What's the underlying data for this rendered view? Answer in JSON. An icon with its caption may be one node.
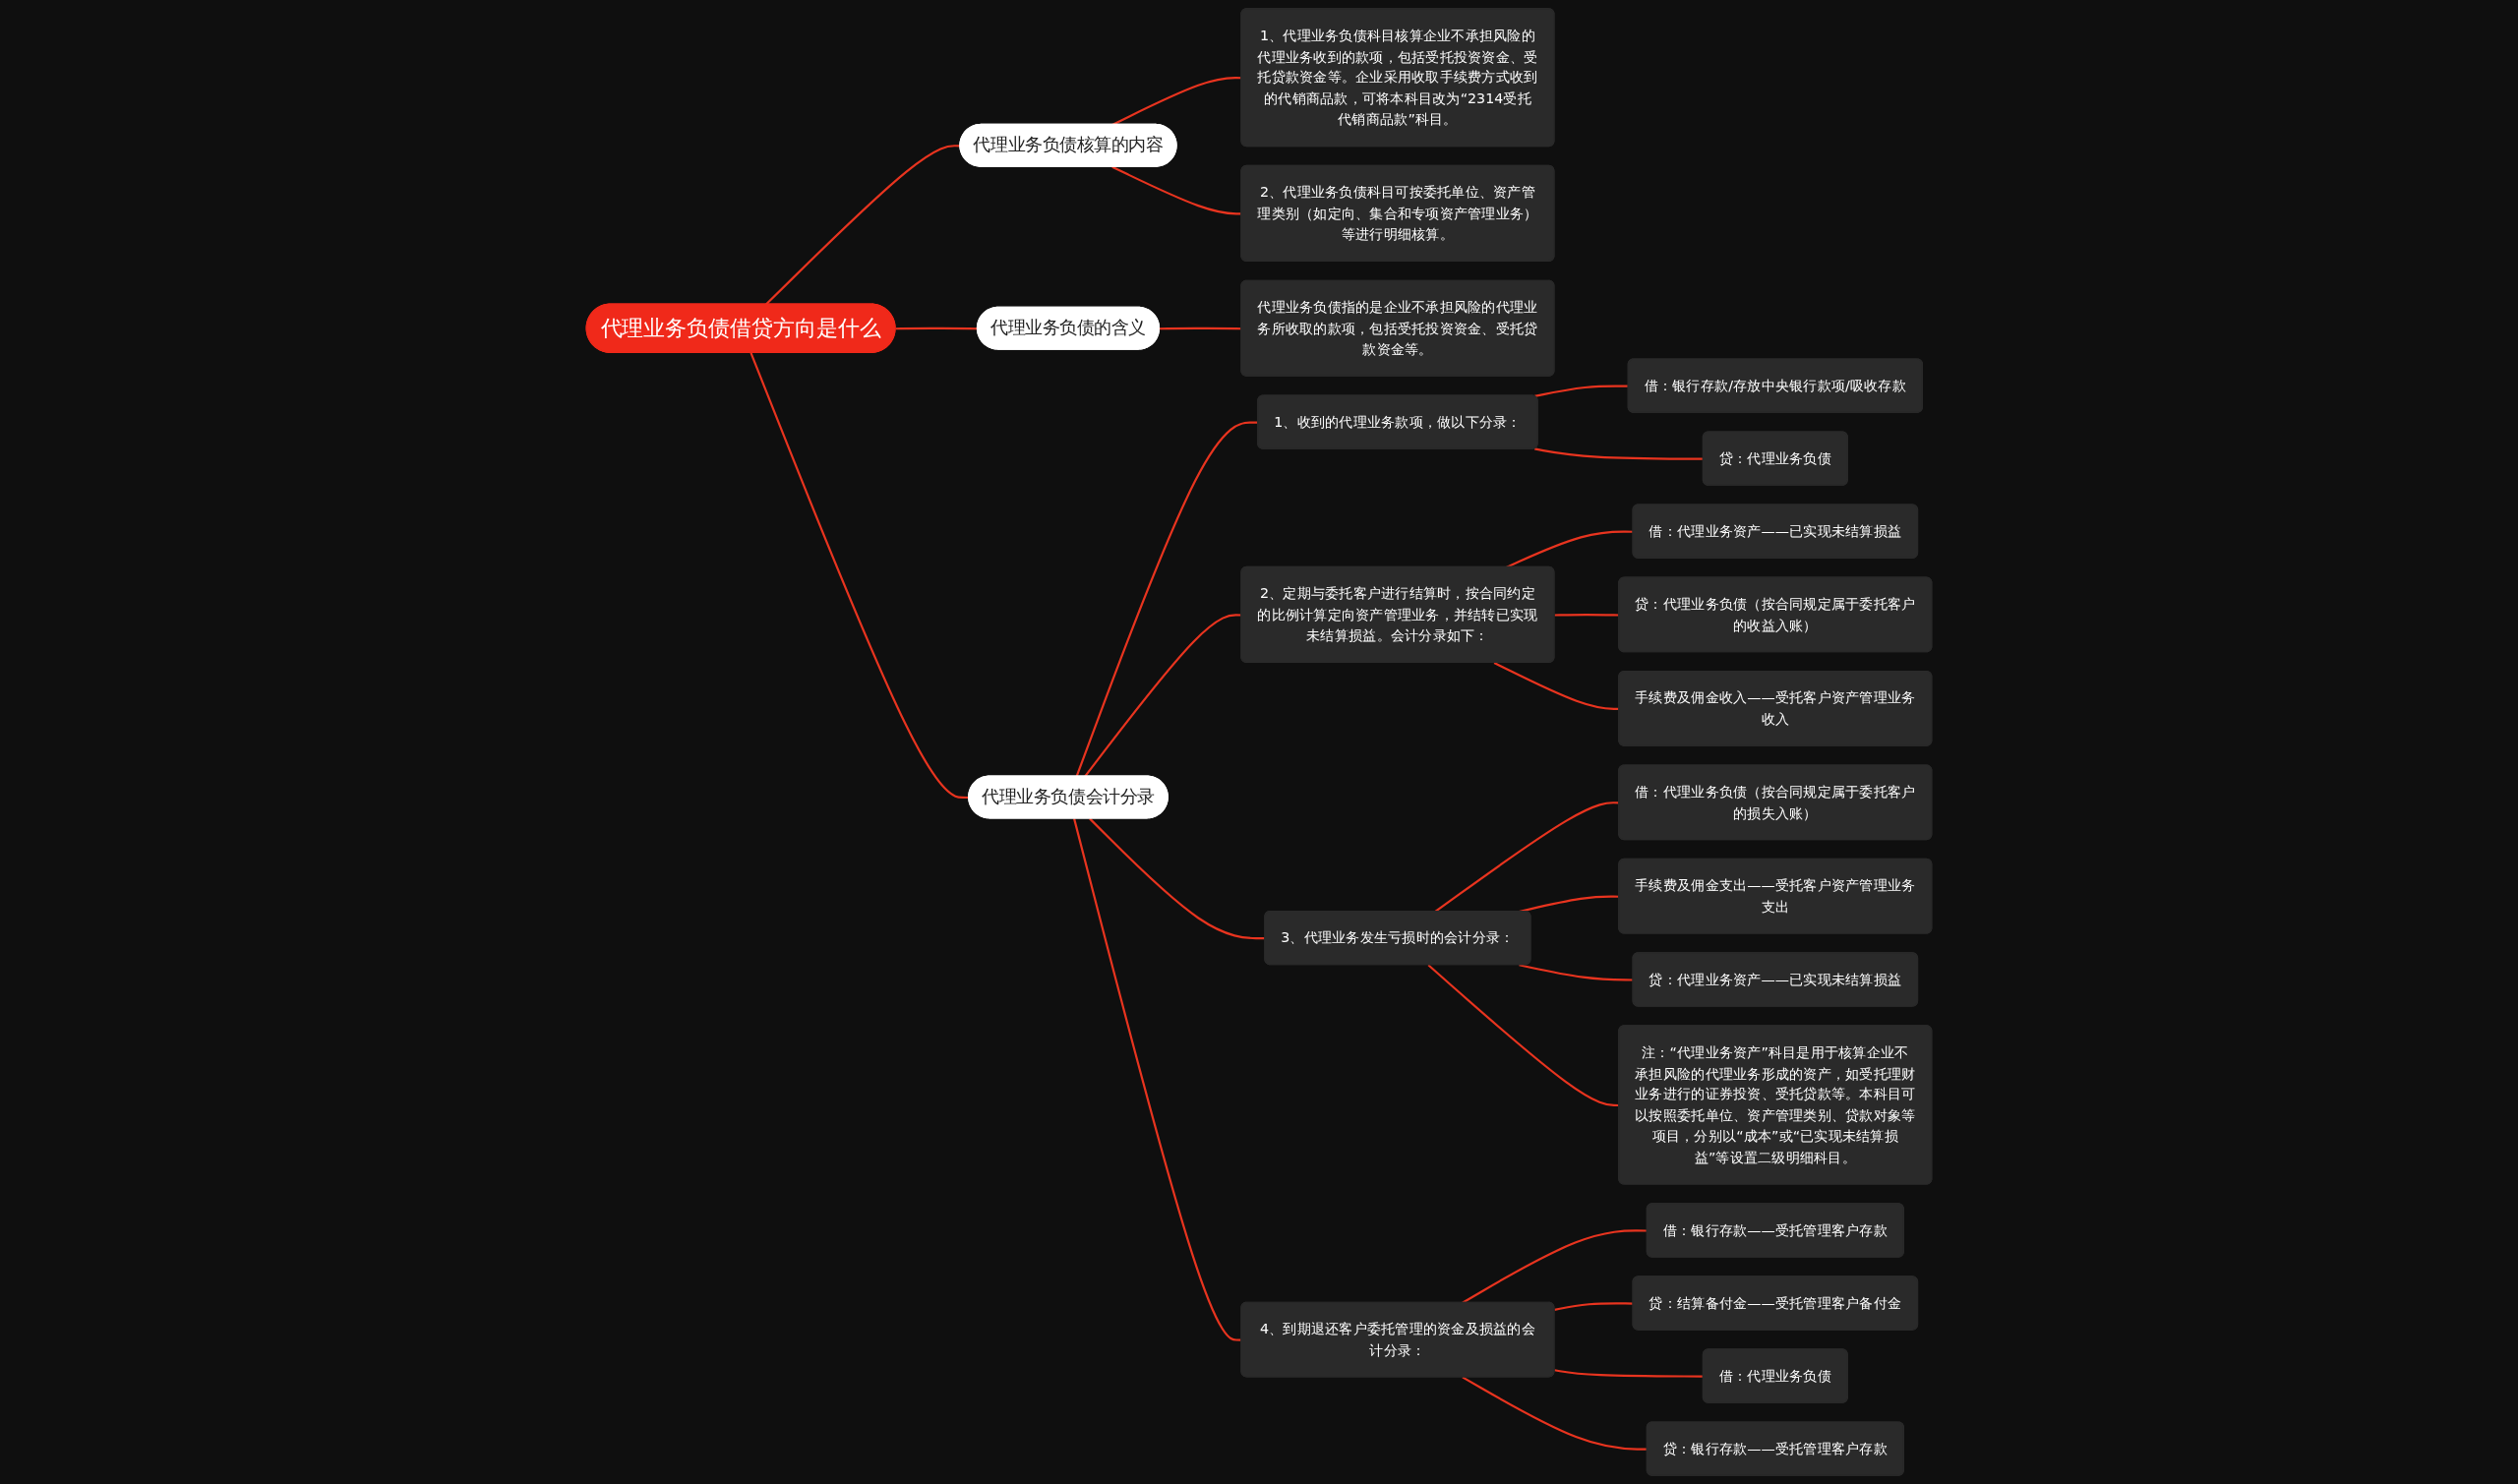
{
  "diagram": {
    "nodes": [
      {
        "text": [
          "代理业务负债借贷方向是什么"
        ]
      },
      {
        "text": [
          "代理业务负债核算的内容"
        ]
      },
      {
        "text": [
          "1、代理业务负债科目核算企业不承担风险的代理业务收到的款项，包括受托投资资金、受托贷款资金等。企业采用收取手续费方式收到的代销商品款，可将本科目改为“2314受托代销商品款”科目。"
        ]
      },
      {
        "text": [
          "2、代理业务负债科目可按委托单位、资产管理类别（如定向、集合和专项资产管理业务）等进行明细核算。"
        ]
      },
      {
        "text": [
          "代理业务负债的含义"
        ]
      },
      {
        "text": [
          "代理业务负债指的是企业不承担风险的代理业务所收取的款项，包括受托投资资金、受托贷款资金等。"
        ]
      },
      {
        "text": [
          "代理业务负债会计分录"
        ]
      },
      {
        "text": [
          "1、收到的代理业务款项，做以下分录："
        ]
      },
      {
        "text": [
          "借：银行存款/存放中央银行款项/吸收存款"
        ]
      },
      {
        "text": [
          "贷：代理业务负债"
        ]
      },
      {
        "text": [
          "2、定期与委托客户进行结算时，按合同约定的比例计算定向资产管理业务，并结转已实现未结算损益。会计分录如下："
        ]
      },
      {
        "text": [
          "借：代理业务资产——已实现未结算损益"
        ]
      },
      {
        "text": [
          "贷：代理业务负债（按合同规定属于委托客户的收益入账）"
        ]
      },
      {
        "text": [
          "手续费及佣金收入——受托客户资产管理业务收入"
        ]
      },
      {
        "text": [
          "3、代理业务发生亏损时的会计分录："
        ]
      },
      {
        "text": [
          "借：代理业务负债（按合同规定属于委托客户的损失入账）"
        ]
      },
      {
        "text": [
          "手续费及佣金支出——受托客户资产管理业务支出"
        ]
      },
      {
        "text": [
          "贷：代理业务资产——已实现未结算损益"
        ]
      },
      {
        "text": [
          "注：“代理业务资产”科目是用于核算企业不承担风险的代理业务形成的资产，如受托理财业务进行的证券投资、受托贷款等。本科目可以按照委托单位、资产管理类别、贷款对象等项目，分别以“成本”或“已实现未结算损益”等设置二级明细科目。"
        ]
      },
      {
        "text": [
          "4、到期退还客户委托管理的资金及损益的会计分录："
        ]
      },
      {
        "text": [
          "借：银行存款——受托管理客户存款"
        ]
      },
      {
        "text": [
          "贷：结算备付金——受托管理客户备付金"
        ]
      },
      {
        "text": [
          "借：代理业务负债"
        ]
      },
      {
        "text": [
          "贷：银行存款——受托管理客户存款"
        ]
      }
    ],
    "edges": [
      {
        "from": 0,
        "to": 1,
        "arrow": "none"
      },
      {
        "from": 1,
        "to": 2,
        "arrow": "none"
      },
      {
        "from": 1,
        "to": 3,
        "arrow": "none"
      },
      {
        "from": 0,
        "to": 4,
        "arrow": "none"
      },
      {
        "from": 4,
        "to": 5,
        "arrow": "none"
      },
      {
        "from": 0,
        "to": 6,
        "arrow": "none"
      },
      {
        "from": 6,
        "to": 7,
        "arrow": "none"
      },
      {
        "from": 7,
        "to": 8,
        "arrow": "none"
      },
      {
        "from": 7,
        "to": 9,
        "arrow": "none"
      },
      {
        "from": 6,
        "to": 10,
        "arrow": "none"
      },
      {
        "from": 10,
        "to": 11,
        "arrow": "none"
      },
      {
        "from": 10,
        "to": 12,
        "arrow": "none"
      },
      {
        "from": 10,
        "to": 13,
        "arrow": "none"
      },
      {
        "from": 6,
        "to": 14,
        "arrow": "none"
      },
      {
        "from": 14,
        "to": 15,
        "arrow": "none"
      },
      {
        "from": 14,
        "to": 16,
        "arrow": "none"
      },
      {
        "from": 14,
        "to": 17,
        "arrow": "none"
      },
      {
        "from": 14,
        "to": 18,
        "arrow": "none"
      },
      {
        "from": 6,
        "to": 19,
        "arrow": "none"
      },
      {
        "from": 19,
        "to": 20,
        "arrow": "none"
      },
      {
        "from": 19,
        "to": 21,
        "arrow": "none"
      },
      {
        "from": 19,
        "to": 22,
        "arrow": "none"
      },
      {
        "from": 19,
        "to": 23,
        "arrow": "none"
      }
    ]
  }
}
